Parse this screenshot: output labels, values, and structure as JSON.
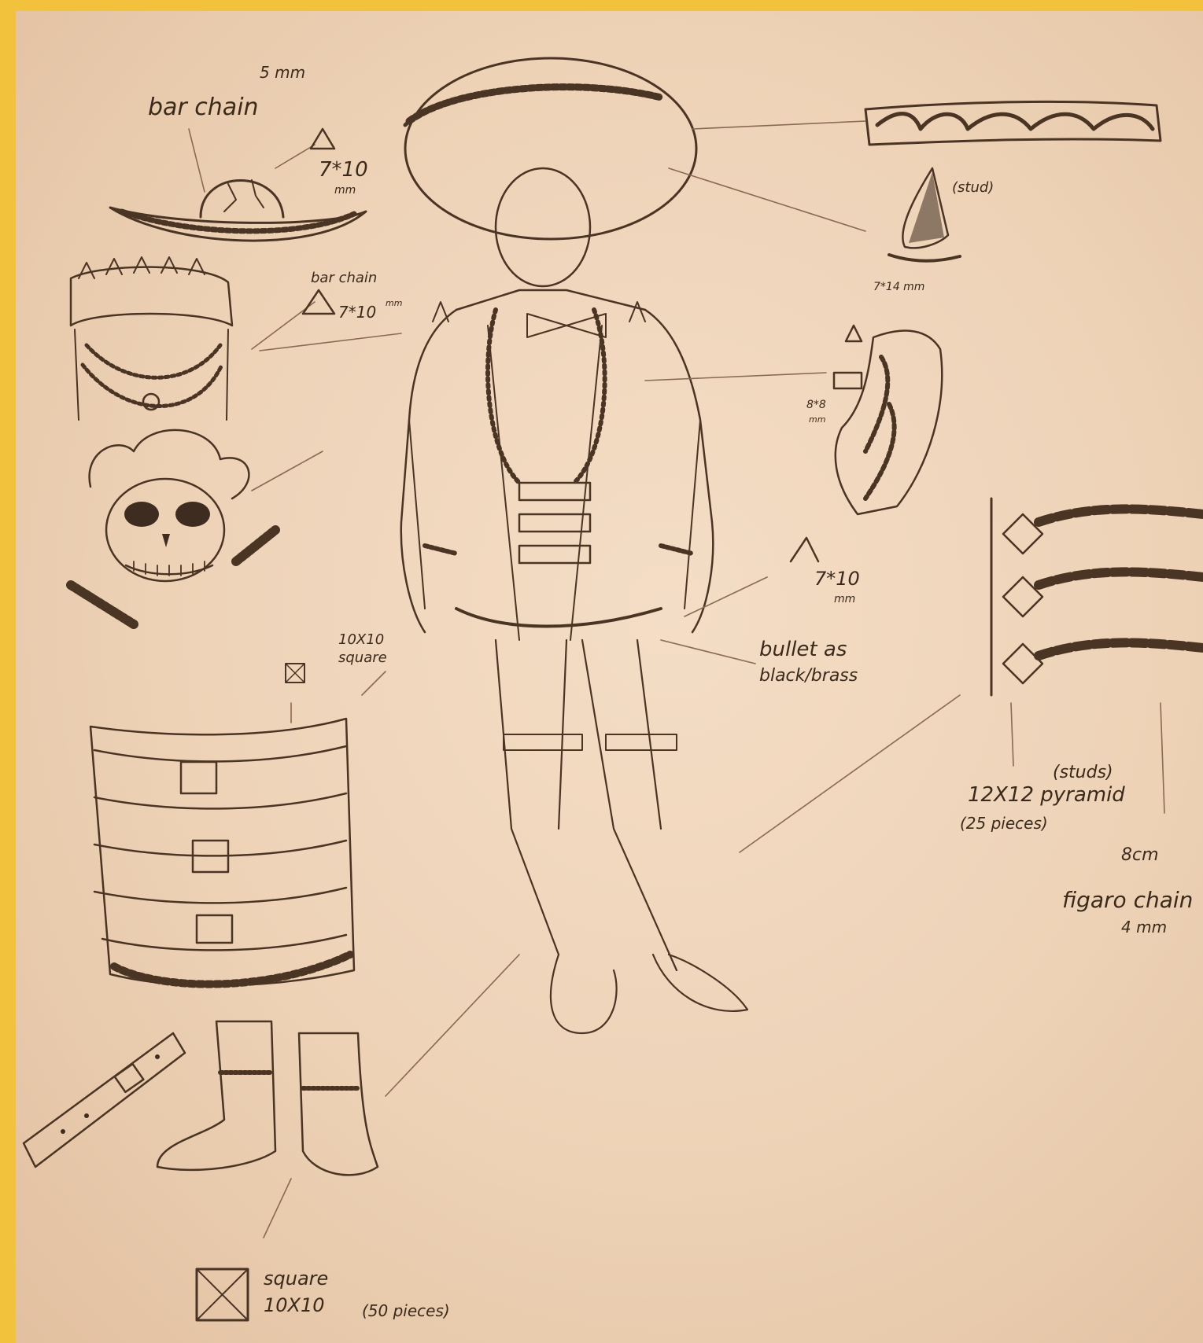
{
  "colors": {
    "border": "#f2c23c",
    "paper": "#efd6bd",
    "pencil": "#4a3424"
  },
  "annotations": {
    "bar_chain_top": "bar chain",
    "size_5mm": "5 mm",
    "cone_top_left": "7*10",
    "cone_top_left_unit": "mm",
    "stud": "(stud)",
    "stud_size": "7*14 mm",
    "bar_chain_mid": "bar chain",
    "cone_mid": "7*10",
    "cone_mid_unit": "mm",
    "shoulder_size": "8*8",
    "shoulder_unit": "mm",
    "cone_right": "7*10",
    "cone_right_unit": "mm",
    "bullet_line1": "bullet as",
    "bullet_line2": "black/brass",
    "square_small_line1": "10X10",
    "square_small_line2": "square",
    "studs": "(studs)",
    "pyramid": "12X12 pyramid",
    "pieces": "(25 pieces)",
    "chain_8cm": "8cm",
    "figaro_chain": "figaro chain",
    "figaro_4mm": "4 mm",
    "square_bottom": "square",
    "square_bottom_size": "10X10",
    "square_bottom_pieces": "(50 pieces)"
  }
}
